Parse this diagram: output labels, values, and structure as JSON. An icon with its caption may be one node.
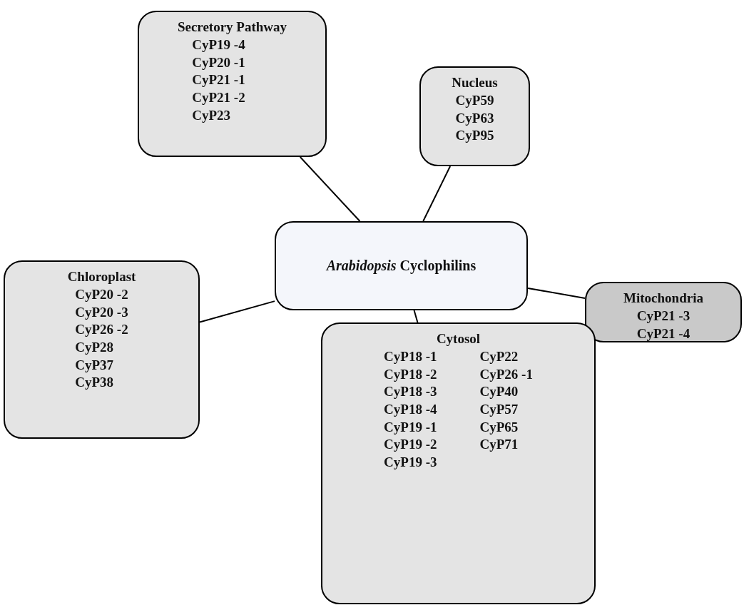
{
  "diagram": {
    "nodes": [
      {
        "text": [
          "*Arabidopsis* Cyclophilins"
        ]
      },
      {
        "text": [
          "Secretory Pathway",
          "CyP19 -4",
          "CyP20 -1",
          "CyP21 -1",
          "CyP21 -2",
          "CyP23"
        ]
      },
      {
        "text": [
          "Nucleus",
          "CyP59",
          "CyP63",
          "CyP95"
        ]
      },
      {
        "text": [
          "Chloroplast",
          "CyP20 -2",
          "CyP20 -3",
          "CyP26 -2",
          "CyP28",
          "CyP37",
          "CyP38"
        ]
      },
      {
        "text": [
          "Mitochondria",
          "CyP21 -3",
          "CyP21 -4"
        ]
      },
      {
        "text": [
          "Cytosol",
          "CyP18 -1",
          "CyP18 -2",
          "CyP18 -3",
          "CyP18 -4",
          "CyP19 -1",
          "CyP19 -2",
          "CyP19 -3",
          "CyP22",
          "CyP26 -1",
          "CyP40",
          "CyP57",
          "CyP65",
          "CyP71"
        ]
      }
    ],
    "edges": [
      {
        "from": 0,
        "to": 1,
        "arrow": "none"
      },
      {
        "from": 0,
        "to": 2,
        "arrow": "none"
      },
      {
        "from": 0,
        "to": 3,
        "arrow": "none"
      },
      {
        "from": 0,
        "to": 4,
        "arrow": "none"
      },
      {
        "from": 0,
        "to": 5,
        "arrow": "none"
      }
    ]
  }
}
